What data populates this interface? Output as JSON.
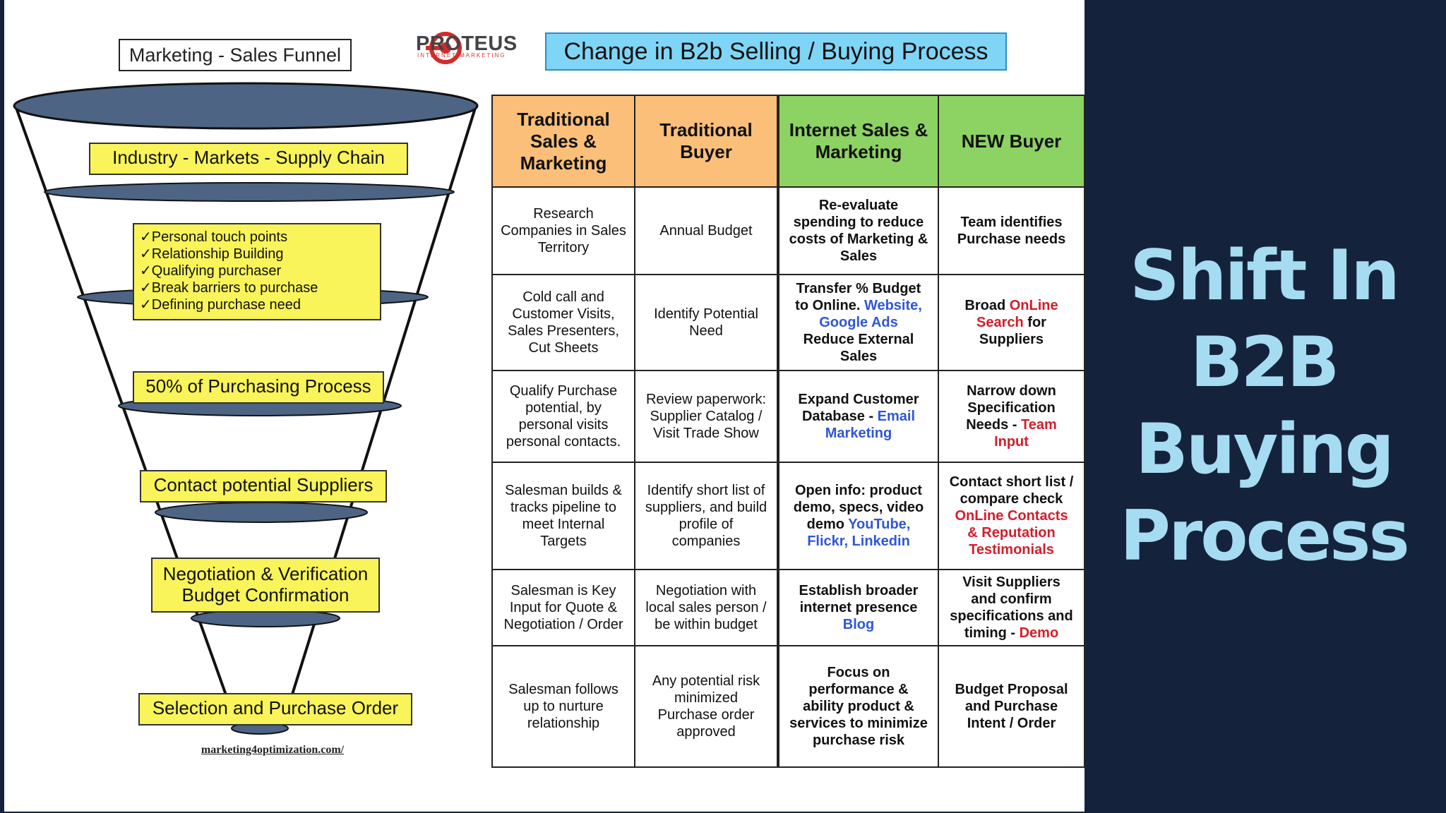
{
  "funnel": {
    "title": "Marketing - Sales Funnel",
    "stages": [
      "Industry - Markets - Supply Chain",
      "50% of Purchasing Process",
      "Contact potential Suppliers",
      "Negotiation & Verification",
      "Budget Confirmation",
      "Selection and Purchase Order"
    ],
    "checklist": [
      "✓Personal touch points",
      "✓Relationship Building",
      "✓Qualifying purchaser",
      "✓Break barriers to purchase",
      "✓Defining purchase need"
    ],
    "source": "marketing4optimization.com/"
  },
  "logo": {
    "name": "PROTEUS",
    "tagline": "INTERNET MARKETING"
  },
  "table": {
    "title": "Change in B2b Selling / Buying Process",
    "headers": [
      [
        "Traditional",
        "Sales &",
        "Marketing"
      ],
      [
        "Traditional",
        "Buyer"
      ],
      [
        "Internet Sales &",
        "Marketing"
      ],
      [
        "NEW Buyer"
      ]
    ],
    "rows": [
      [
        [
          [
            "Research"
          ],
          [
            "Companies in Sales"
          ],
          [
            "Territory"
          ]
        ],
        [
          [
            "Annual Budget"
          ]
        ],
        [
          [
            "Re-evaluate"
          ],
          [
            "spending to reduce"
          ],
          [
            "costs of Marketing &"
          ],
          [
            "Sales"
          ]
        ],
        [
          [
            "Team identifies"
          ],
          [
            "Purchase needs"
          ]
        ]
      ],
      [
        [
          [
            "Cold call and"
          ],
          [
            "Customer Visits,"
          ],
          [
            "Sales Presenters,"
          ],
          [
            "Cut Sheets"
          ]
        ],
        [
          [
            "Identify Potential"
          ],
          [
            "Need"
          ]
        ],
        [
          [
            "Transfer % Budget"
          ],
          [
            "to Online. ",
            "Website,",
            "b"
          ],
          [
            "Google Ads",
            "",
            "b"
          ],
          [
            "Reduce External"
          ],
          [
            "Sales"
          ]
        ],
        [
          [
            "Broad ",
            "OnLine",
            "r"
          ],
          [
            "Search",
            " for",
            "r0"
          ],
          [
            "Suppliers"
          ]
        ]
      ],
      [
        [
          [
            "Qualify Purchase"
          ],
          [
            "potential, by"
          ],
          [
            "personal visits"
          ],
          [
            "personal contacts."
          ]
        ],
        [
          [
            "Review paperwork:"
          ],
          [
            "Supplier Catalog /"
          ],
          [
            "Visit Trade Show"
          ]
        ],
        [
          [
            "Expand Customer"
          ],
          [
            "Database - ",
            "Email",
            "b"
          ],
          [
            "Marketing",
            "",
            "b"
          ]
        ],
        [
          [
            "Narrow down"
          ],
          [
            "Specification"
          ],
          [
            "Needs - ",
            "Team",
            "r"
          ],
          [
            "Input",
            "",
            "r"
          ]
        ]
      ],
      [
        [
          [
            "Salesman builds &"
          ],
          [
            "tracks pipeline to"
          ],
          [
            "meet Internal"
          ],
          [
            "Targets"
          ]
        ],
        [
          [
            "Identify short list of"
          ],
          [
            "suppliers, and build"
          ],
          [
            "profile of"
          ],
          [
            "companies"
          ]
        ],
        [
          [
            "Open info: product"
          ],
          [
            "demo, specs, video"
          ],
          [
            "demo ",
            "YouTube,",
            "b"
          ],
          [
            "Flickr, Linkedin",
            "",
            "b"
          ]
        ],
        [
          [
            "Contact short list /"
          ],
          [
            "compare check"
          ],
          [
            "OnLine Contacts",
            "",
            "r"
          ],
          [
            "& Reputation",
            "",
            "r"
          ],
          [
            "Testimonials",
            "",
            "r"
          ]
        ]
      ],
      [
        [
          [
            "Salesman is Key"
          ],
          [
            "Input for Quote &"
          ],
          [
            "Negotiation / Order"
          ]
        ],
        [
          [
            "Negotiation with"
          ],
          [
            "local sales person /"
          ],
          [
            "be within budget"
          ]
        ],
        [
          [
            "Establish broader"
          ],
          [
            "internet presence"
          ],
          [
            "Blog",
            "",
            "b"
          ]
        ],
        [
          [
            "Visit Suppliers"
          ],
          [
            "and confirm"
          ],
          [
            "specifications and"
          ],
          [
            "timing - ",
            "Demo",
            "r"
          ]
        ]
      ],
      [
        [
          [
            "Salesman follows"
          ],
          [
            "up to nurture"
          ],
          [
            "relationship"
          ]
        ],
        [
          [
            "Any potential risk"
          ],
          [
            "minimized"
          ],
          [
            "Purchase order"
          ],
          [
            "approved"
          ]
        ],
        [
          [
            "Focus on"
          ],
          [
            "performance &"
          ],
          [
            "ability product &"
          ],
          [
            "services to minimize"
          ],
          [
            "purchase risk"
          ]
        ],
        [
          [
            "Budget Proposal"
          ],
          [
            "and Purchase"
          ],
          [
            "Intent / Order"
          ]
        ]
      ]
    ]
  },
  "side_heading": [
    "Shift In",
    "B2B",
    "Buying",
    "Process"
  ],
  "colors": {
    "background": "#14233b",
    "heading": "#a6dcf2",
    "funnel_fill": "#4d6484",
    "stage_box": "#f8f45a",
    "header_orange": "#fbbf79",
    "header_green": "#8dd363",
    "title_blue": "#7fd5f6",
    "link_blue": "#2f56d8",
    "link_red": "#d21e2b"
  }
}
